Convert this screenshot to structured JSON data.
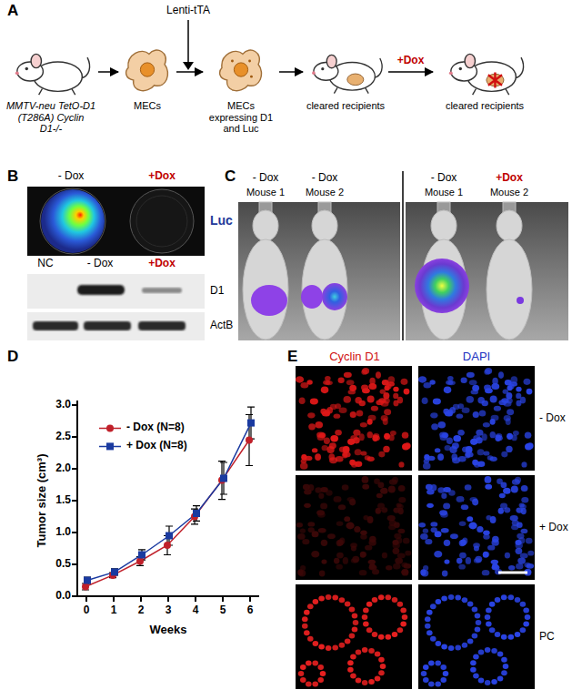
{
  "diagram": {
    "nodes": [
      {
        "text": [
          "MMTV-neu TetO-D1 (T286A) Cyclin D1-/-"
        ]
      },
      {
        "text": [
          "MECs"
        ]
      },
      {
        "text": [
          "MECs expressing D1 and Luc"
        ]
      },
      {
        "text": [
          "cleared recipients"
        ]
      },
      {
        "text": [
          "cleared recipients"
        ]
      }
    ],
    "edges": [
      {
        "from": 0,
        "to": 1,
        "arrow": "to"
      },
      {
        "from": 1,
        "to": 2,
        "arrow": "to"
      },
      {
        "from": 2,
        "to": 3,
        "arrow": "to"
      },
      {
        "from": 3,
        "to": 4,
        "label": "+Dox",
        "arrow": "to"
      }
    ],
    "labels": [
      "A",
      "Lenti-tTA",
      "B",
      "- Dox",
      "+Dox",
      "Luc",
      "NC",
      "- Dox",
      "+Dox",
      "D1",
      "ActB",
      "C",
      "- Dox",
      "- Dox",
      "Mouse 1",
      "Mouse 2",
      "- Dox",
      "+Dox",
      "Mouse 1",
      "Mouse 2",
      "D",
      "Tumor size (cm³)",
      "0.0",
      "0.5",
      "1.0",
      "1.5",
      "2.0",
      "2.5",
      "3.0",
      "0",
      "1",
      "2",
      "3",
      "4",
      "5",
      "6",
      "Weeks",
      "E",
      "Cyclin D1",
      "DAPI",
      "- Dox",
      "+ Dox",
      "PC"
    ],
    "legend": [
      {
        "text": "- Dox (N=8)"
      },
      {
        "text": "+ Dox (N=8)"
      }
    ]
  }
}
